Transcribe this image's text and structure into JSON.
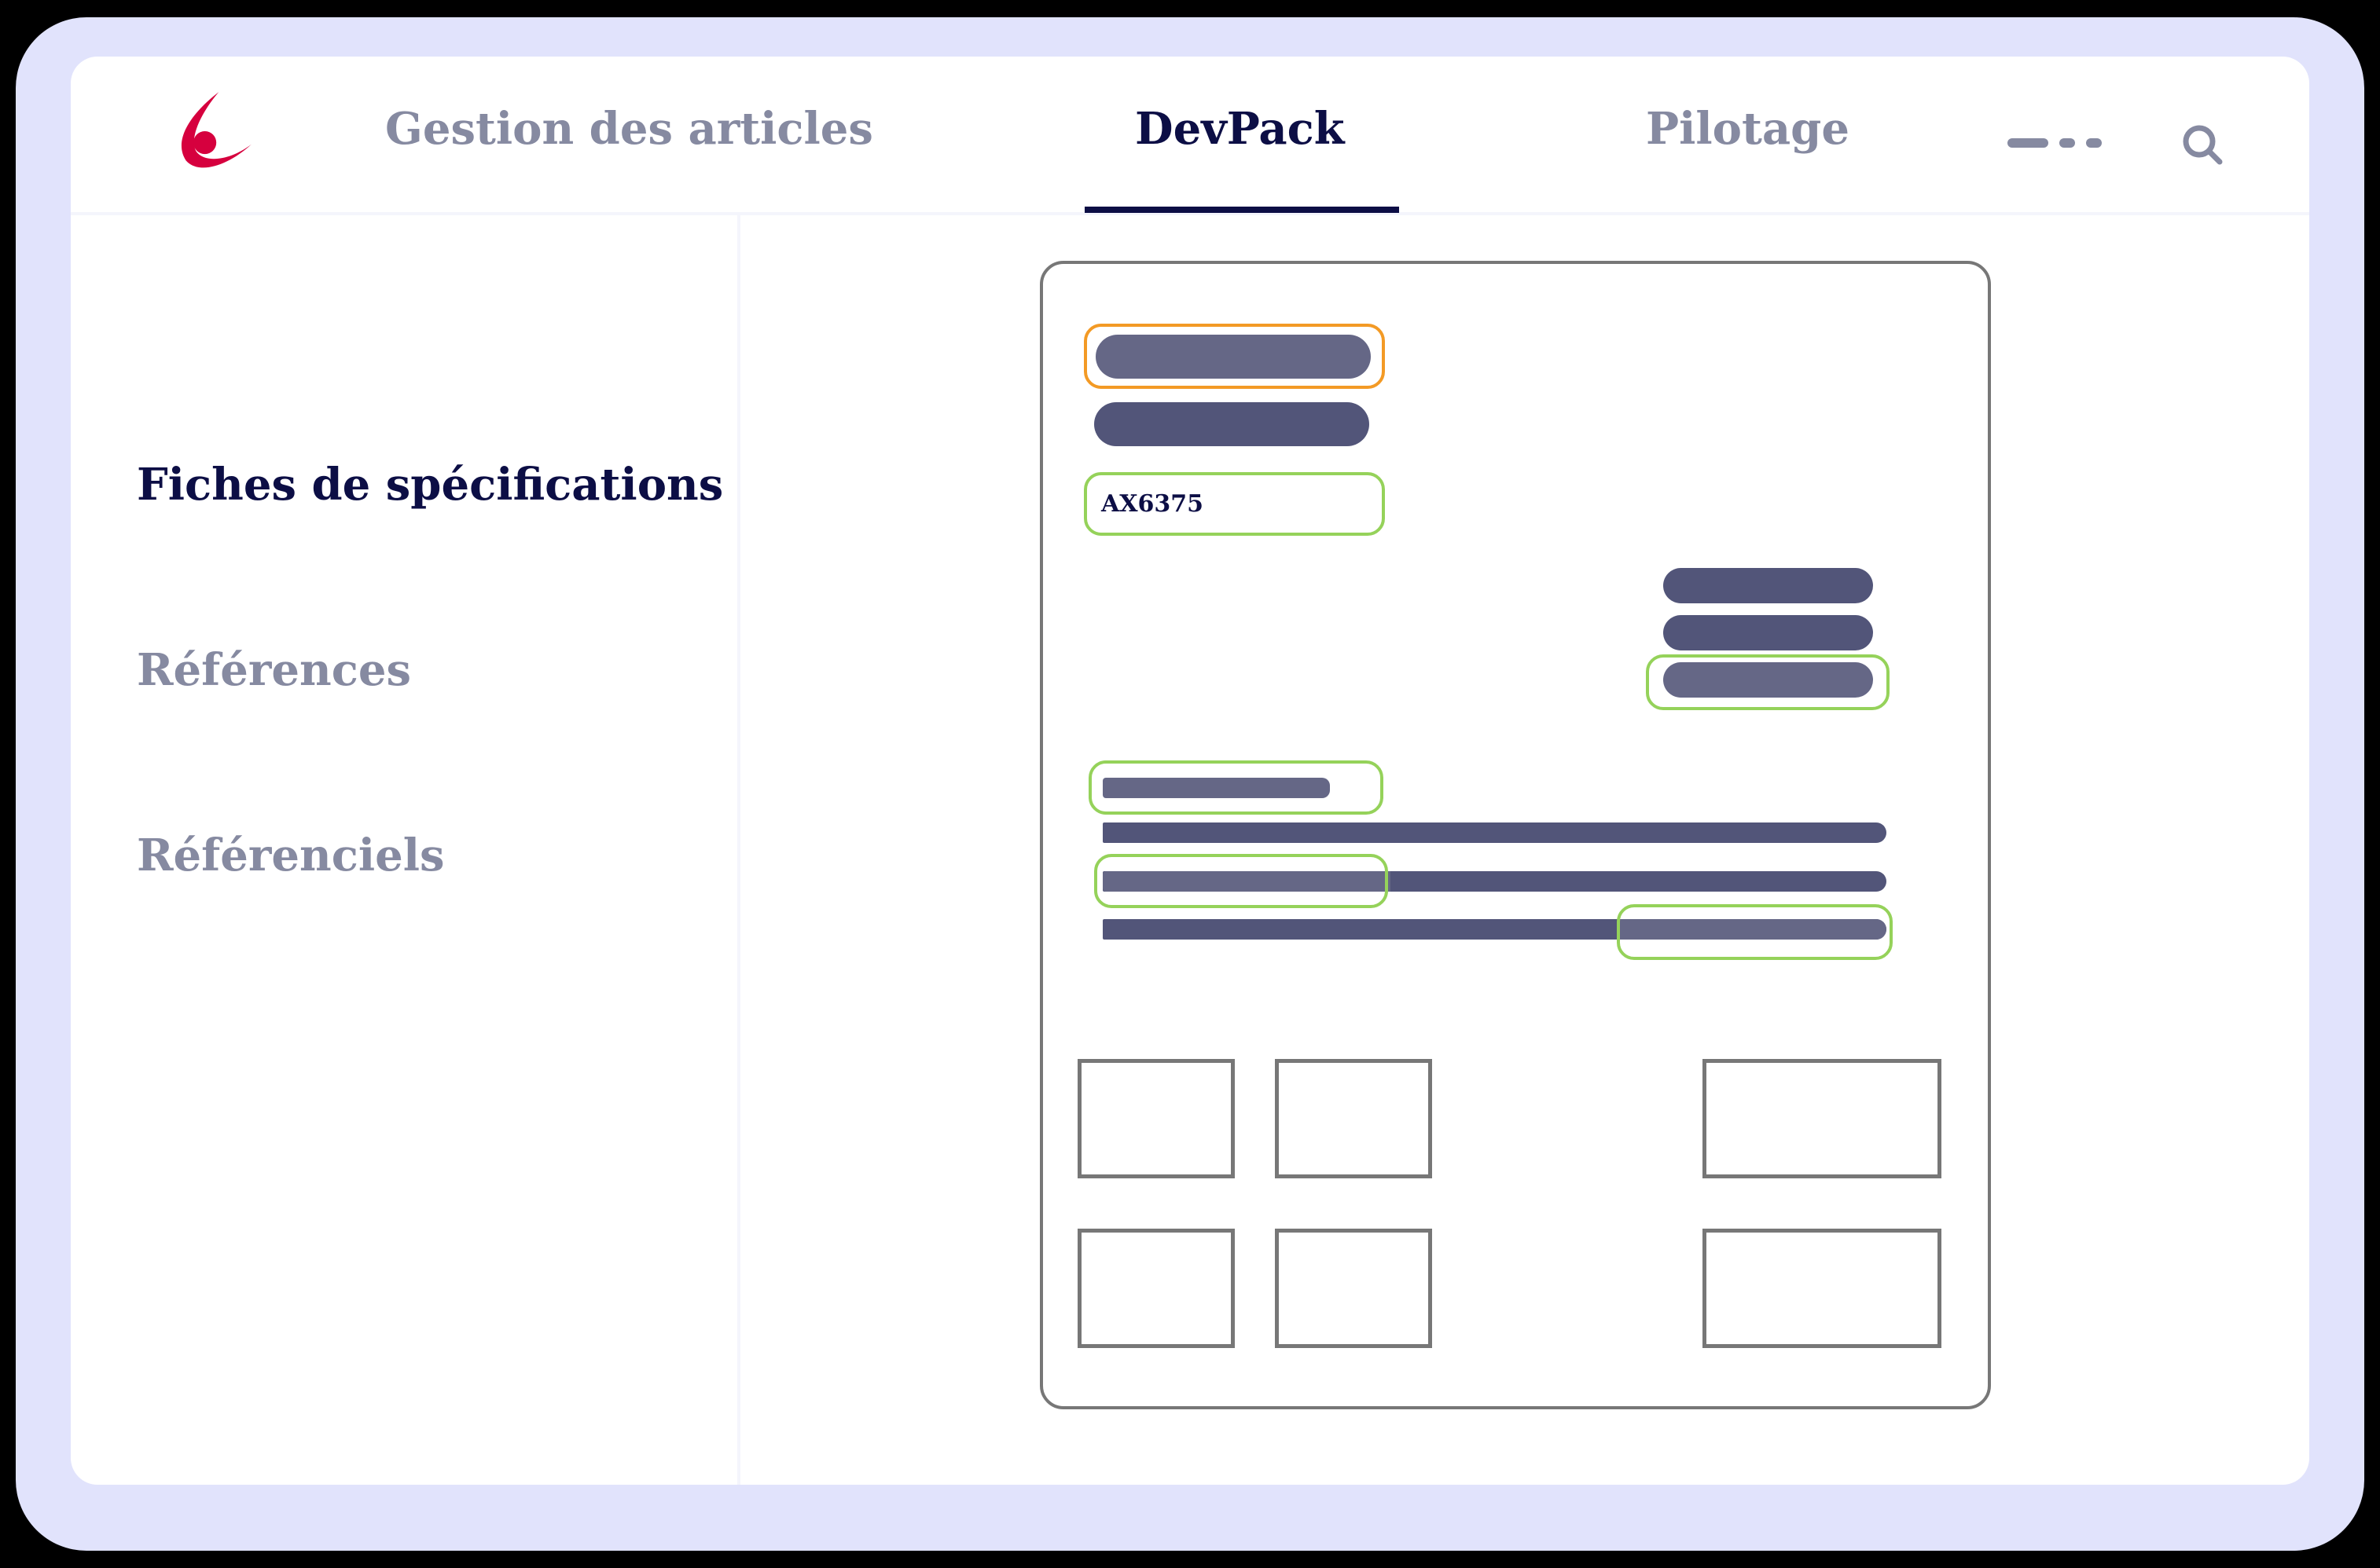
{
  "colors": {
    "frame": "#e1e3fc",
    "brand_red": "#d6003e",
    "active_text": "#0c0e45",
    "inactive_text": "#868aa1",
    "bar_dark": "#525579",
    "bar_light": "#656786",
    "highlight_orange": "#f39a25",
    "highlight_green": "#95d25a"
  },
  "header": {
    "logo": "brand-logo",
    "tabs": [
      {
        "label": "Gestion des articles",
        "active": false
      },
      {
        "label": "DevPack",
        "active": true
      },
      {
        "label": "Pilotage",
        "active": false
      }
    ],
    "icons": {
      "more": "more-icon",
      "search": "search-icon"
    }
  },
  "sidebar": {
    "items": [
      {
        "label": "Fiches de spécifications",
        "active": true
      },
      {
        "label": "Références",
        "active": false
      },
      {
        "label": "Référenciels",
        "active": false
      }
    ]
  },
  "document": {
    "reference_code": "AX6375",
    "placeholder_grid": {
      "rows": 2,
      "cols": 3
    }
  }
}
